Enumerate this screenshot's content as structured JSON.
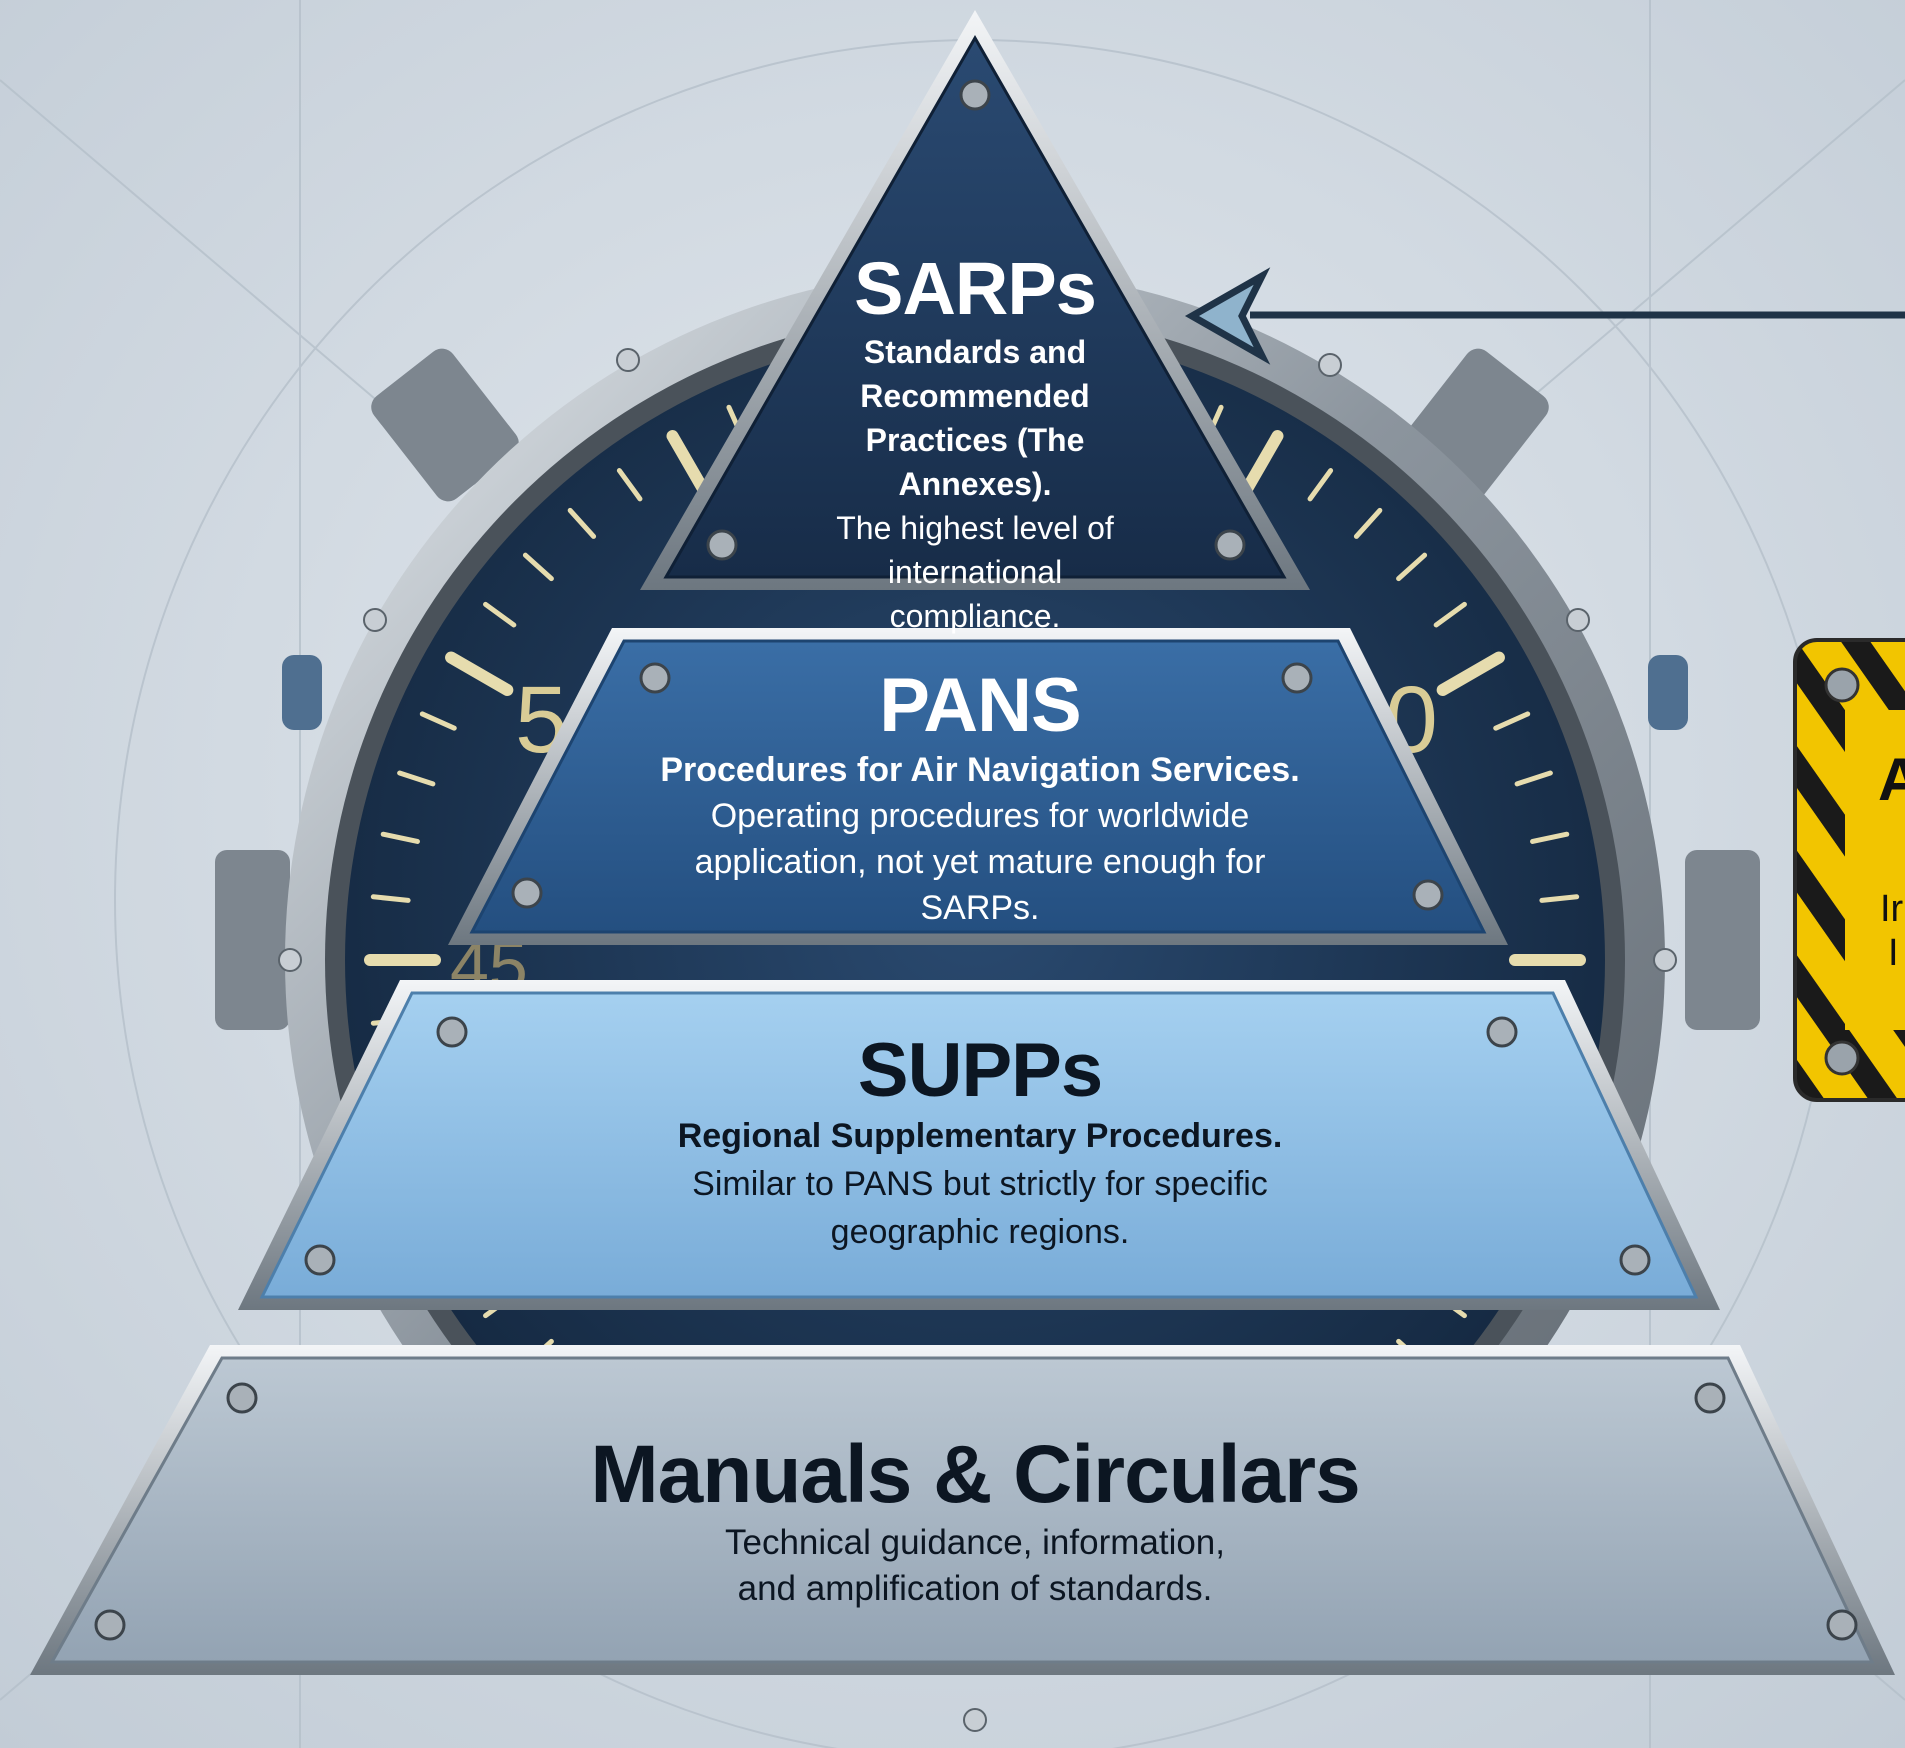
{
  "tiers": {
    "sarps": {
      "title": "SARPs",
      "subtitle": "Standards and Recommended Practices (The Annexes).",
      "description": "The highest level of international compliance.",
      "fill": "#1f3a5f"
    },
    "pans": {
      "title": "PANS",
      "subtitle": "Procedures for Air Navigation Services.",
      "description": "Operating procedures for worldwide application, not yet mature enough for SARPs.",
      "fill": "#2f5d91"
    },
    "supps": {
      "title": "SUPPs",
      "subtitle": "Regional Supplementary Procedures.",
      "description": "Similar to PANS but strictly for specific geographic regions.",
      "fill": "#8fbfe6"
    },
    "manuals": {
      "title": "Manuals & Circulars",
      "description": "Technical guidance, information, and amplification of standards.",
      "fill": "#a9b8c6"
    }
  },
  "gauge": {
    "numerals": [
      "5",
      "0",
      "45"
    ]
  },
  "warning_sign": {
    "letters_visible": [
      "A",
      "Ir",
      "I"
    ],
    "colors": {
      "yellow": "#f2c500",
      "stripe": "#1a1a1a"
    }
  },
  "colors": {
    "background": "#d3dbe2",
    "gauge_face": "#1b3553",
    "bezel": "#9aa4ae",
    "arrow": "#1f3347"
  }
}
